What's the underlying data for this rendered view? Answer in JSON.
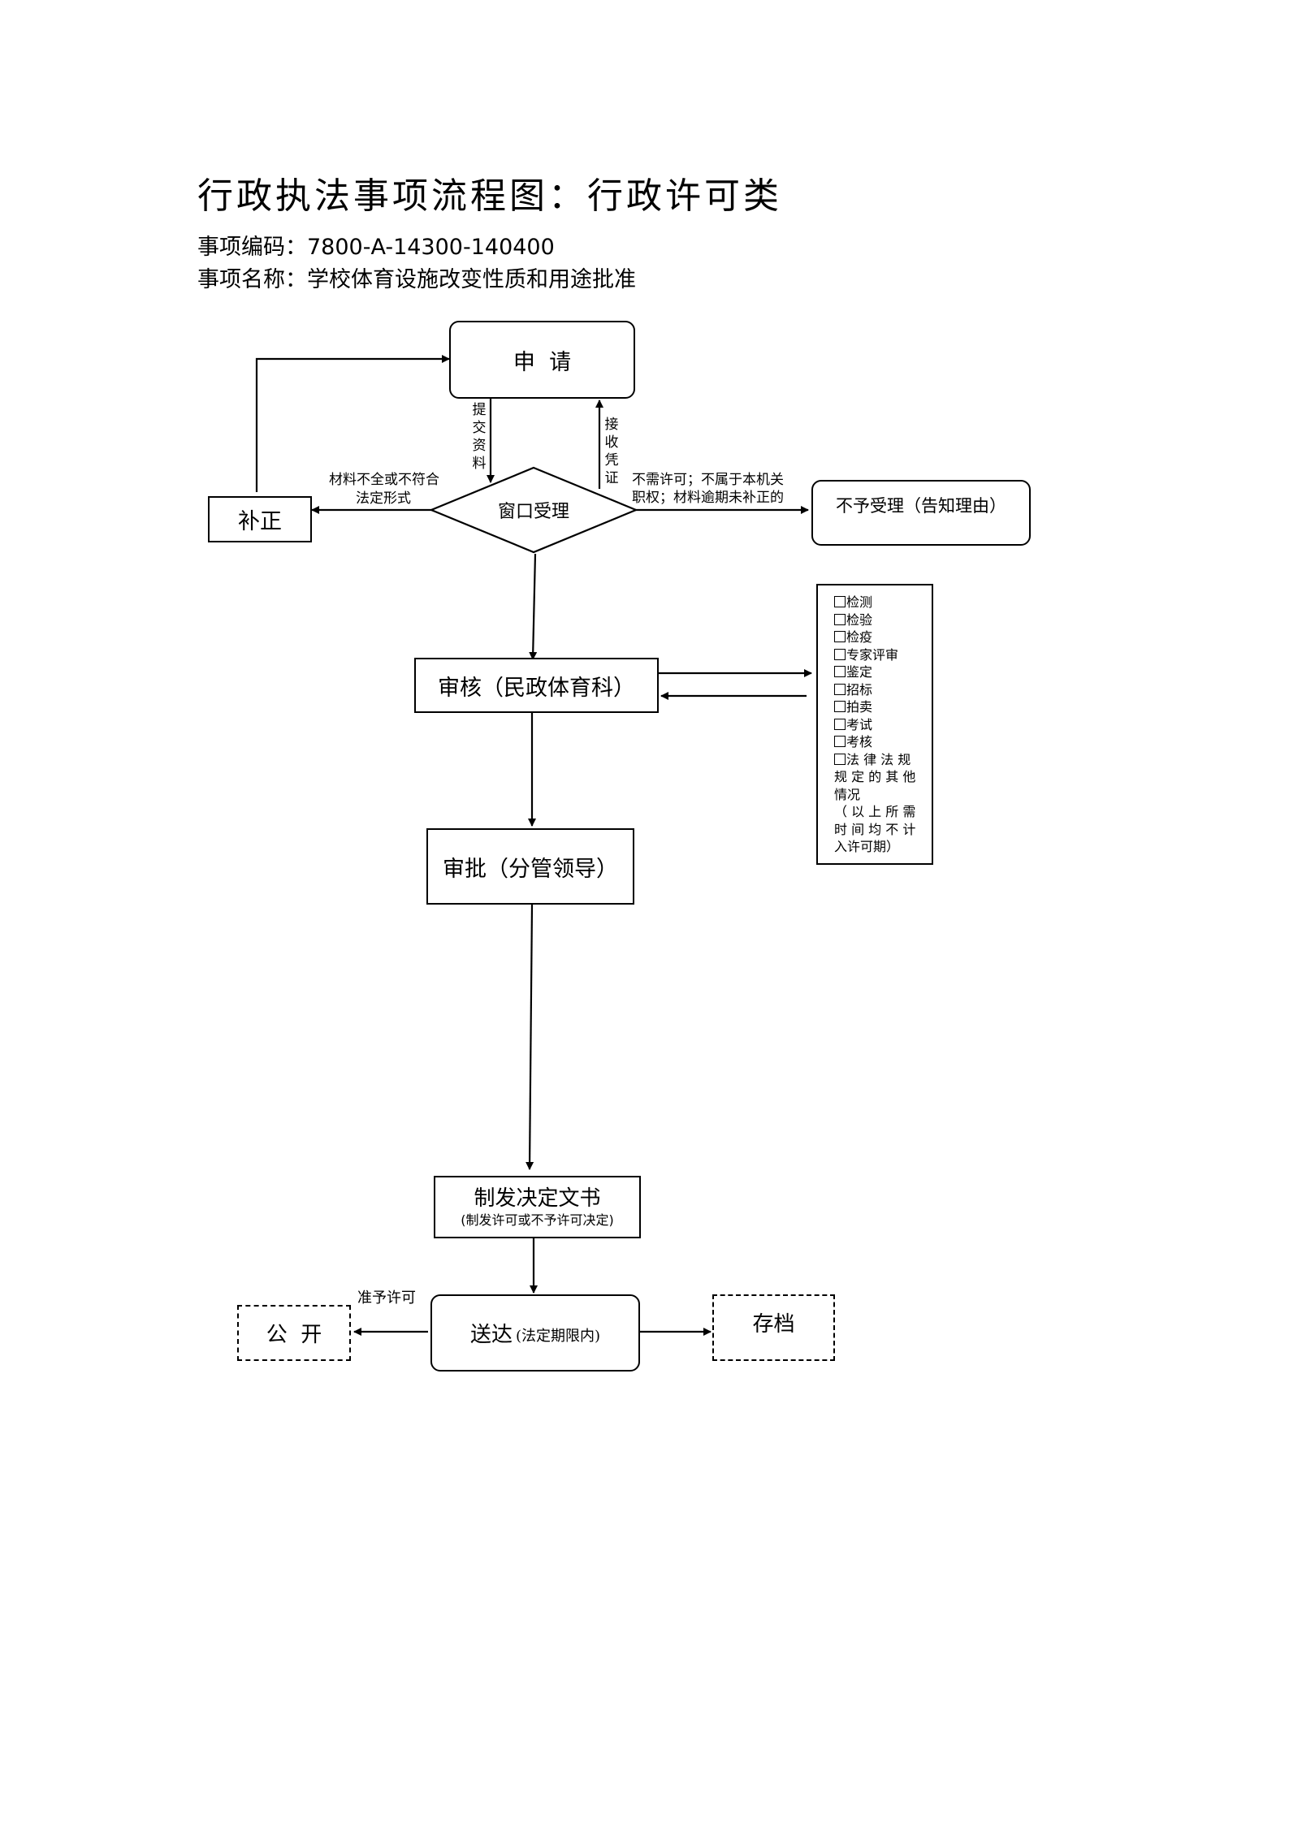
{
  "header": {
    "title": "行政执法事项流程图：行政许可类",
    "code_line": "事项编码：7800-A-14300-140400",
    "name_line": "事项名称：学校体育设施改变性质和用途批准"
  },
  "nodes": {
    "apply": "申  请",
    "window": "窗口受理",
    "correct": "补正",
    "reject": "不予受理（告知理由）",
    "review": "审核（民政体育科）",
    "approve": "审批（分管领导）",
    "decision_main": "制发决定文书",
    "decision_sub": "(制发许可或不予许可决定)",
    "deliver_main": "送达",
    "deliver_sub": "(法定期限内)",
    "publish": "公  开",
    "archive": "存档"
  },
  "edge_labels": {
    "submit": "提交资料",
    "receipt": "接收凭证",
    "incomplete_1": "材料不全或不符合",
    "incomplete_2": "法定形式",
    "reject_1": "不需许可；不属于本机关",
    "reject_2": "职权；材料逾期未补正的",
    "grant": "准予许可"
  },
  "checklist": {
    "items": [
      "检测",
      "检验",
      "检疫",
      "专家评审",
      "鉴定",
      "招标",
      "拍卖",
      "考试",
      "考核"
    ],
    "other_1": "法 律 法 规",
    "other_2": "规 定 的 其 他",
    "other_3": "情况",
    "note_1": "（ 以 上 所 需",
    "note_2": "时 间 均 不 计",
    "note_3": "入许可期）"
  }
}
